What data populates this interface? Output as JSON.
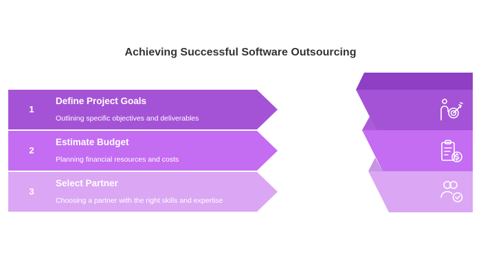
{
  "title": "Achieving Successful Software Outsourcing",
  "colors": {
    "step1": "#a553d6",
    "step2": "#c46cf2",
    "step3": "#dba6f4",
    "dark1": "#8f3fc4",
    "dark2": "#ac5bd8",
    "dark3": "#c895e4",
    "title": "#333333"
  },
  "steps": [
    {
      "number": "1",
      "title": "Define Project Goals",
      "description": "Outlining specific objectives and deliverables",
      "icon": "target-person-icon"
    },
    {
      "number": "2",
      "title": "Estimate Budget",
      "description": "Planning financial resources and costs",
      "icon": "budget-clipboard-icon"
    },
    {
      "number": "3",
      "title": "Select Partner",
      "description": "Choosing a partner with the right skills and expertise",
      "icon": "partner-check-icon"
    }
  ]
}
